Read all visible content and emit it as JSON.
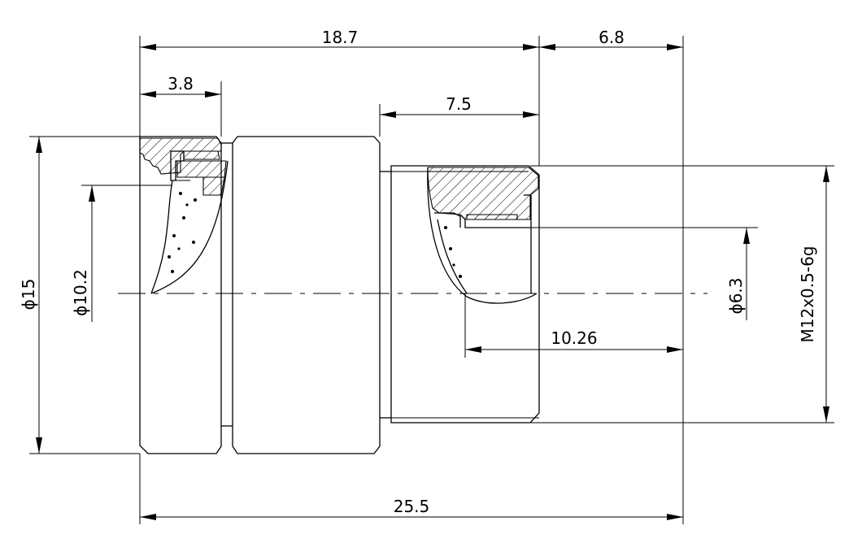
{
  "dimensions": {
    "d_18_7": "18.7",
    "d_6_8": "6.8",
    "d_3_8": "3.8",
    "d_7_5": "7.5",
    "d_25_5": "25.5",
    "d_10_26": "10.26",
    "phi15": "ϕ15",
    "phi10_2": "ϕ10.2",
    "phi6_3": "ϕ6.3",
    "thread": "M12x0.5-6g"
  },
  "colors": {
    "line": "#000000",
    "background": "#ffffff"
  }
}
